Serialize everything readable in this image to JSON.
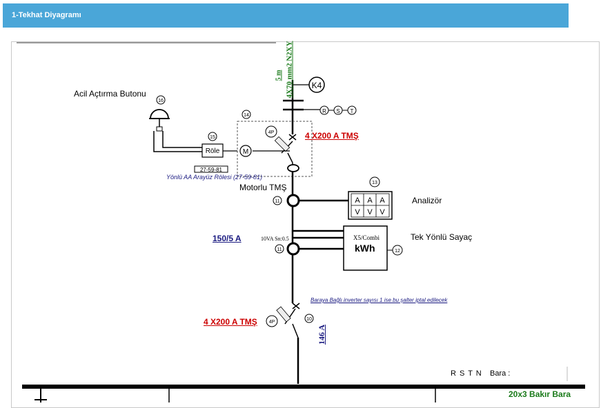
{
  "header": {
    "title": "1-Tekhat Diyagramı"
  },
  "diagram": {
    "incoming_cable": "4X70 mm2 N2XY",
    "incoming_cable_len": "5 m",
    "k4": "K4",
    "phases": [
      "R",
      "S",
      "T"
    ],
    "emergency_button": "Acil Açtırma Butonu",
    "relay": "Röle",
    "relay_code": "27-59-81",
    "relay_desc": "Yönlü AA Arayüz Rölesi (27-59-81)",
    "motor_m": "M",
    "motorized_mcb": "Motorlu TMŞ",
    "breaker_top": "4 X200 A TMŞ",
    "breaker_bottom": "4 X200 A TMŞ",
    "pole_4p": "4P",
    "n_16": "16",
    "n_15": "15",
    "n_14": "14",
    "n_13": "13",
    "n_11a": "11",
    "n_11b": "11",
    "n_12": "12",
    "n_10": "10",
    "analyzer": "Analizör",
    "analyzer_cells": [
      "A",
      "A",
      "A",
      "V",
      "V",
      "V"
    ],
    "meter_label": "Tek Yönlü Sayaç",
    "meter_type": "X5/Combi",
    "meter_unit": "kWh",
    "ct_ratio": "150/5 A",
    "ct_spec": "10VA Sn:0.5",
    "inverter_note": "Baraya Bağlı inverter sayısı 1 ise bu şalter iptal edilecek",
    "current": "146 A",
    "rstn": "R S T N",
    "bara_label": "Bara :",
    "busbar": "20x3 Bakır Bara"
  },
  "colors": {
    "header": "#4aa6d8",
    "red": "#cc0000",
    "green": "#1a7a1a",
    "navy": "#1a1a80"
  }
}
